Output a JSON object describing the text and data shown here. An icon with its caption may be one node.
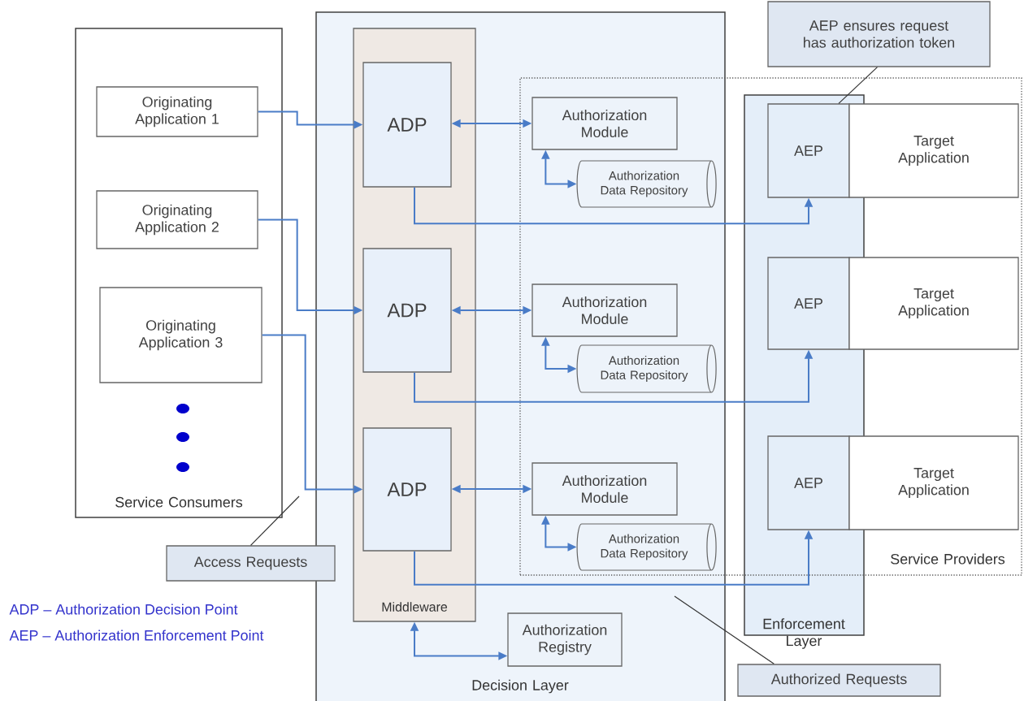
{
  "diagram": {
    "nodes": [
      {
        "text": [
          "Service Consumers"
        ]
      },
      {
        "text": [
          "Originating Application 1"
        ],
        "in": 0
      },
      {
        "text": [
          "Originating Application 2"
        ],
        "in": 0
      },
      {
        "text": [
          "Originating Application 3"
        ],
        "in": 0
      },
      {
        "text": [],
        "shape": "circle",
        "in": 0
      },
      {
        "text": [],
        "shape": "circle",
        "in": 0
      },
      {
        "text": [],
        "shape": "circle",
        "in": 0
      },
      {
        "text": [
          "Decision Layer"
        ]
      },
      {
        "text": [
          "Middleware"
        ],
        "in": 7
      },
      {
        "text": [
          "ADP"
        ],
        "in": 8
      },
      {
        "text": [
          "ADP"
        ],
        "in": 8
      },
      {
        "text": [
          "ADP"
        ],
        "in": 8
      },
      {
        "text": [
          "Service Providers"
        ]
      },
      {
        "text": [
          "Authorization Module"
        ]
      },
      {
        "text": [
          "Authorization Data Repository"
        ]
      },
      {
        "text": [
          "Authorization Module"
        ]
      },
      {
        "text": [
          "Authorization Data Repository"
        ]
      },
      {
        "text": [
          "Authorization Module"
        ]
      },
      {
        "text": [
          "Authorization Data Repository"
        ]
      },
      {
        "text": [
          "Authorization Registry"
        ],
        "in": 7
      },
      {
        "text": [
          "Enforcement Layer"
        ]
      },
      {
        "text": [
          "AEP"
        ],
        "in": 20
      },
      {
        "text": [
          "Target Application"
        ],
        "in": 12
      },
      {
        "text": [
          "AEP"
        ],
        "in": 20
      },
      {
        "text": [
          "Target Application"
        ],
        "in": 12
      },
      {
        "text": [
          "AEP"
        ],
        "in": 20
      },
      {
        "text": [
          "Target Application"
        ],
        "in": 12
      },
      {
        "text": [
          "AEP ensures request has authorization token"
        ]
      },
      {
        "text": [
          "Access Requests"
        ]
      },
      {
        "text": [
          "Authorized Requests"
        ]
      }
    ],
    "edges": [
      {
        "from": 1,
        "to": 9,
        "arrow": "to"
      },
      {
        "from": 2,
        "to": 10,
        "arrow": "to"
      },
      {
        "from": 3,
        "to": 11,
        "arrow": "to"
      },
      {
        "from": 9,
        "to": 13,
        "arrow": "both"
      },
      {
        "from": 10,
        "to": 15,
        "arrow": "both"
      },
      {
        "from": 11,
        "to": 17,
        "arrow": "both"
      },
      {
        "from": 13,
        "to": 14,
        "arrow": "both"
      },
      {
        "from": 15,
        "to": 16,
        "arrow": "both"
      },
      {
        "from": 17,
        "to": 18,
        "arrow": "both"
      },
      {
        "from": 9,
        "to": 21,
        "arrow": "to"
      },
      {
        "from": 10,
        "to": 23,
        "arrow": "to"
      },
      {
        "from": 11,
        "to": 25,
        "arrow": "to"
      },
      {
        "from": 8,
        "to": 19,
        "arrow": "both"
      },
      {
        "from": 27,
        "to": 21,
        "arrow": "none",
        "color": "#333333"
      },
      {
        "from": 28,
        "to": null,
        "arrow": "none",
        "color": "#333333"
      },
      {
        "from": 29,
        "to": null,
        "arrow": "none",
        "color": "#333333"
      }
    ],
    "labels": [
      "ADP – Authorization Decision Point",
      "AEP – Authorization Enforcement Point"
    ]
  }
}
